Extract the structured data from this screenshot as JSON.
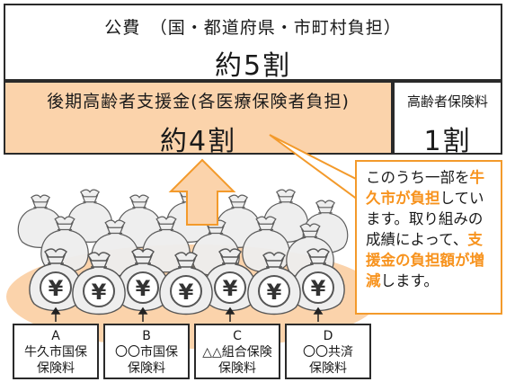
{
  "public_funds": {
    "title": "公費　（国・都道府県・市町村負担）",
    "ratio": "約5割"
  },
  "support_funds": {
    "title": "後期高齢者支援金(各医療保険者負担)",
    "ratio": "約4割"
  },
  "elderly_premium": {
    "title": "高齢者保険料",
    "ratio": "1割"
  },
  "callout": {
    "t1": "このうち一部を",
    "h1": "牛久市が負担",
    "t2": "しています。取り組みの成績によって、",
    "h2": "支援金の負担額が増減",
    "t3": "します。"
  },
  "bag_symbol": "¥",
  "insurers": [
    {
      "letter": "A",
      "name": "牛久市国保",
      "fee": "保険料"
    },
    {
      "letter": "B",
      "name": "〇〇市国保",
      "fee": "保険料"
    },
    {
      "letter": "C",
      "name": "△△組合保険",
      "fee": "保険料"
    },
    {
      "letter": "D",
      "name": "〇〇共済",
      "fee": "保険料"
    }
  ],
  "colors": {
    "support_fill": "#fbd3ab",
    "accent_orange": "#f7931e",
    "bags_fill": "#ebebeb"
  }
}
